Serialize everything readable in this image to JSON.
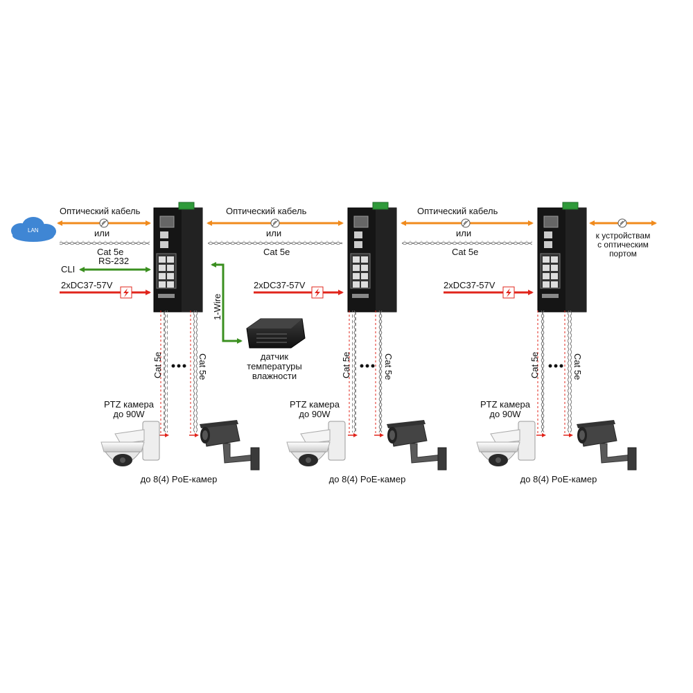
{
  "colors": {
    "optical": "#f08a1c",
    "power": "#e0241b",
    "serial": "#3a8f1f",
    "switch_body": "#151515",
    "terminal": "#2f9a3a",
    "lan_cloud": "#3f86d4"
  },
  "icons": {
    "switch": "industrial-poe-switch-icon",
    "lan": "lan-cloud-icon",
    "sensor": "temperature-humidity-sensor-icon",
    "ptz_camera": "ptz-dome-camera-icon",
    "bullet_camera": "bullet-camera-icon",
    "lightning": "lightning-icon",
    "coupler": "fiber-coupler-icon"
  },
  "left": {
    "lan_label": "LAN",
    "optical_label": "Оптический кабель",
    "or_label": "или",
    "cat_label": "Cat 5e",
    "cli_label": "CLI",
    "rs232_label": "RS-232",
    "power_label": "2xDC37-57V"
  },
  "links": [
    {
      "optical_label": "Оптический кабель",
      "or_label": "или",
      "cat_label": "Cat 5e",
      "power_label": "2xDC37-57V"
    },
    {
      "optical_label": "Оптический кабель",
      "or_label": "или",
      "cat_label": "Cat 5e",
      "power_label": "2xDC37-57V"
    }
  ],
  "right": {
    "dest_line1": "к устройствам",
    "dest_line2": "с оптическим",
    "dest_line3": "портом"
  },
  "sensor": {
    "wire_label": "1-Wire",
    "line1": "датчик",
    "line2": "температуры",
    "line3": "влажности"
  },
  "groups": [
    {
      "cat_left": "Cat 5e",
      "cat_right": "Cat 5e",
      "ptz_line1": "PTZ камера",
      "ptz_line2": "до 90W",
      "footer": "до 8(4) PoE-камер"
    },
    {
      "cat_left": "Cat 5e",
      "cat_right": "Cat 5e",
      "ptz_line1": "PTZ камера",
      "ptz_line2": "до 90W",
      "footer": "до 8(4) PoE-камер"
    },
    {
      "cat_left": "Cat 5e",
      "cat_right": "Cat 5e",
      "ptz_line1": "PTZ камера",
      "ptz_line2": "до 90W",
      "footer": "до 8(4) PoE-камер"
    }
  ]
}
